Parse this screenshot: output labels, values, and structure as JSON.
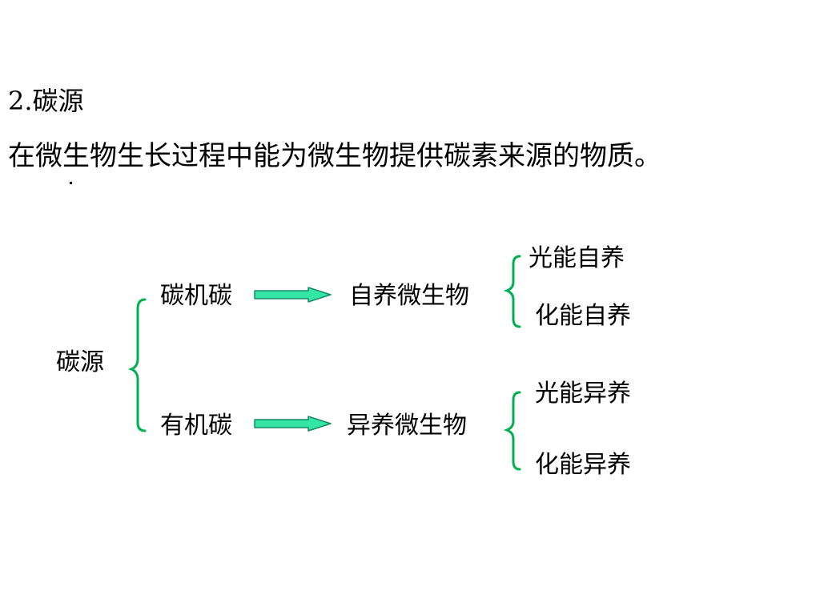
{
  "slide": {
    "heading": "2.碳源",
    "definition": "在微生物生长过程中能为微生物提供碳素来源的物质。"
  },
  "diagram": {
    "root": "碳源",
    "branches": [
      {
        "source": "碳机碳",
        "target": "自养微生物",
        "subtypes": [
          "光能自养",
          "化能自养"
        ]
      },
      {
        "source": "有机碳",
        "target": "异养微生物",
        "subtypes": [
          "光能异养",
          "化能异养"
        ]
      }
    ]
  },
  "colors": {
    "brace": "#00b050",
    "arrow_fill": "#33e6a6",
    "arrow_stroke": "#1a8a63",
    "text": "#000000"
  }
}
